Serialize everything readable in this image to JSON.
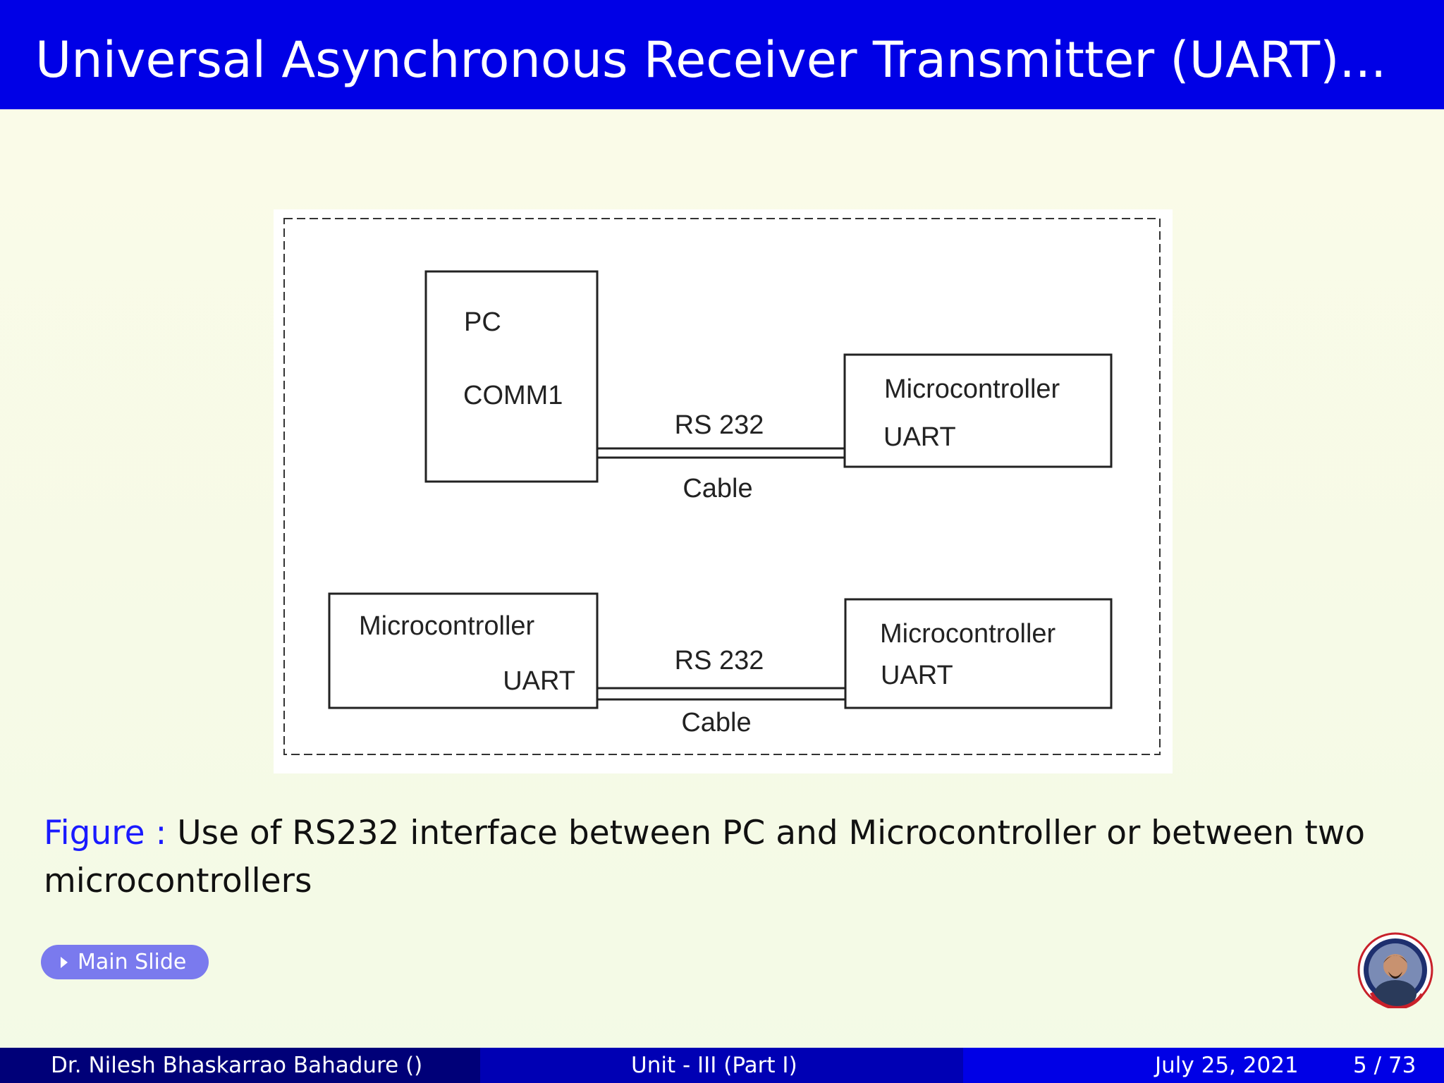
{
  "slide": {
    "title": "Universal Asynchronous Receiver Transmitter (UART)..."
  },
  "diagram": {
    "top_row": {
      "left_box": {
        "line1": "PC",
        "line2": "COMM1"
      },
      "link": {
        "top_label": "RS 232",
        "bottom_label": "Cable"
      },
      "right_box": {
        "line1": "Microcontroller",
        "line2": "UART"
      }
    },
    "bottom_row": {
      "left_box": {
        "line1": "Microcontroller",
        "line2": "UART"
      },
      "link": {
        "top_label": "RS 232",
        "bottom_label": "Cable"
      },
      "right_box": {
        "line1": "Microcontroller",
        "line2": "UART"
      }
    }
  },
  "caption": {
    "label": "Figure :",
    "text": "Use of RS232 interface between PC and Microcontroller or between two microcontrollers"
  },
  "nav": {
    "main_slide_label": "Main Slide"
  },
  "footer": {
    "author": "Dr. Nilesh Bhaskarrao Bahadure  ()",
    "unit": "Unit - III (Part I)",
    "date": "July 25, 2021",
    "page": "5 / 73"
  },
  "colors": {
    "title_bar": "#0000e6",
    "footer_left": "#000078",
    "footer_mid": "#0000b4",
    "footer_right": "#0000e6",
    "caption_label": "#1a1aff",
    "button": "#7a7aee"
  },
  "icons": {
    "logo": "academy-logo-icon",
    "button_arrow": "triangle-right-icon"
  }
}
